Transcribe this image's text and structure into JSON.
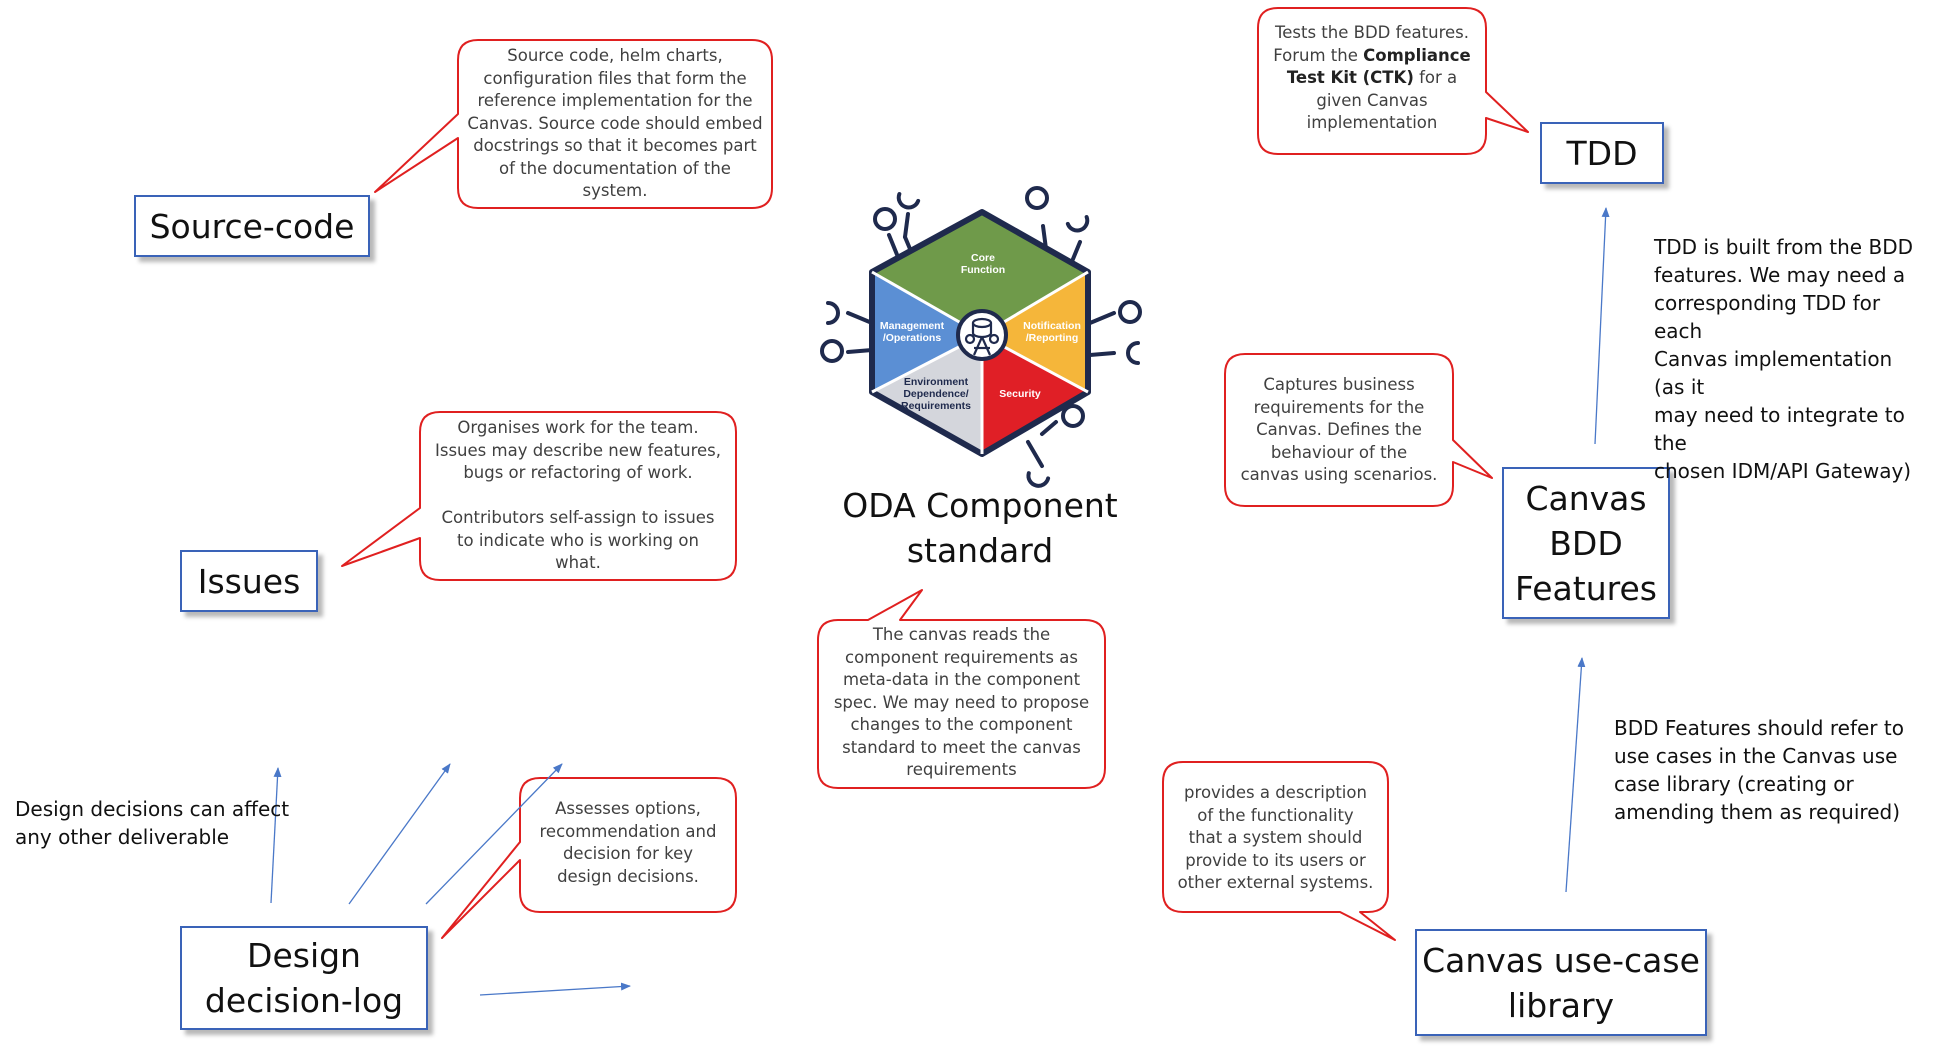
{
  "center": {
    "title": "ODA Component\nstandard",
    "segments": {
      "core": "Core\nFunction",
      "notification": "Notification\n/Reporting",
      "security": "Security",
      "environment": "Environment\nDependence/\nRequirements",
      "management": "Management\n/Operations"
    },
    "colors": {
      "core": "#6f9a4a",
      "notification": "#f5b63a",
      "security": "#e01f26",
      "environment": "#d4d6dc",
      "management": "#5b8fd4",
      "outline": "#1f2a4d",
      "callout_border": "#e02020",
      "box_border": "#3a63b8",
      "arrow": "#4a78c8"
    }
  },
  "boxes": {
    "source_code": "Source-code",
    "issues": "Issues",
    "design_log": "Design\ndecision-log",
    "tdd": "TDD",
    "bdd": "Canvas\nBDD\nFeatures",
    "usecase": "Canvas use-case\nlibrary"
  },
  "callouts": {
    "source_code": "Source code, helm charts,\nconfiguration files that form the\nreference implementation  for the\nCanvas. Source code should embed\ndocstrings so that it becomes part\nof the documentation of the\nsystem.",
    "issues": "Organises work for the team.\nIssues may describe new features,\nbugs or refactoring of work.\n\nContributors self-assign to issues\nto indicate who is working on\nwhat.",
    "design_log": "Assesses options,\nrecommendation and\ndecision for key\ndesign decisions.",
    "canvas_reads": "The canvas reads the\ncomponent requirements as\nmeta-data in the component\nspec. We may need to propose\nchanges to the component\nstandard to meet the canvas\nrequirements",
    "usecase": "provides a description\nof the functionality\nthat a system should\nprovide to its users or\nother external systems.",
    "bdd": "Captures business\nrequirements for the\nCanvas. Defines the\nbehaviour of the\ncanvas using scenarios.",
    "tdd_line1": "Tests the BDD features.",
    "tdd_line2_pre": "Forum the ",
    "tdd_line2_bold": "Compliance",
    "tdd_line3_bold": "Test Kit (CTK)",
    "tdd_line3_post": " for a",
    "tdd_line4": "given Canvas",
    "tdd_line5": "implementation"
  },
  "notes": {
    "design_affect": "Design decisions can affect\nany other deliverable",
    "bdd_usecases": "BDD Features should refer to\nuse cases in the Canvas use\ncase library (creating or\namending them as required)",
    "tdd_built": "TDD is built from the BDD\nfeatures. We may need a\ncorresponding TDD for each\nCanvas implementation (as it\nmay need to integrate to the\nchosen IDM/API Gateway)"
  }
}
